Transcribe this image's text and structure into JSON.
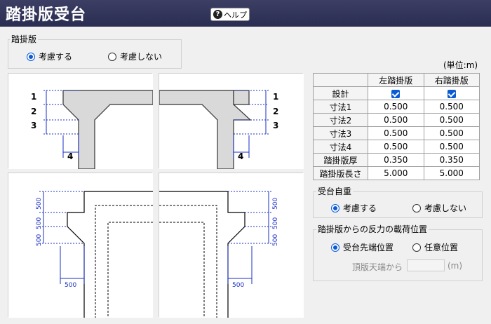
{
  "window": {
    "title": "踏掛版受台",
    "help_label": "ヘルプ",
    "help_icon": "?"
  },
  "approach_slab": {
    "label": "踏掛版",
    "options": [
      "考慮する",
      "考慮しない"
    ],
    "selected": "考慮する"
  },
  "unit_label": "(単位:m)",
  "diagram_top": {
    "dims": [
      "1",
      "2",
      "3",
      "4"
    ]
  },
  "diagram_bottom": {
    "dims": [
      "500",
      "500",
      "500",
      "500"
    ]
  },
  "table": {
    "headers": [
      "",
      "左踏掛版",
      "右踏掛版"
    ],
    "rows": [
      {
        "label": "設計",
        "left": "checked",
        "right": "checked"
      },
      {
        "label": "寸法1",
        "left": "0.500",
        "right": "0.500"
      },
      {
        "label": "寸法2",
        "left": "0.500",
        "right": "0.500"
      },
      {
        "label": "寸法3",
        "left": "0.500",
        "right": "0.500"
      },
      {
        "label": "寸法4",
        "left": "0.500",
        "right": "0.500"
      },
      {
        "label": "踏掛版厚",
        "left": "0.350",
        "right": "0.350"
      },
      {
        "label": "踏掛版長さ",
        "left": "5.000",
        "right": "5.000"
      }
    ]
  },
  "self_weight": {
    "label": "受台自重",
    "options": [
      "考慮する",
      "考慮しない"
    ],
    "selected": "考慮する"
  },
  "load_position": {
    "label": "踏掛版からの反力の載荷位置",
    "options": [
      "受台先端位置",
      "任意位置"
    ],
    "selected": "受台先端位置",
    "field_label": "頂版天端から",
    "field_value": "",
    "field_unit": "(m)"
  },
  "colors": {
    "accent": "#0a5ad6",
    "title_bg": "#2f3258",
    "dim_line": "#1a2fc4",
    "concrete": "#d9d9d9"
  }
}
